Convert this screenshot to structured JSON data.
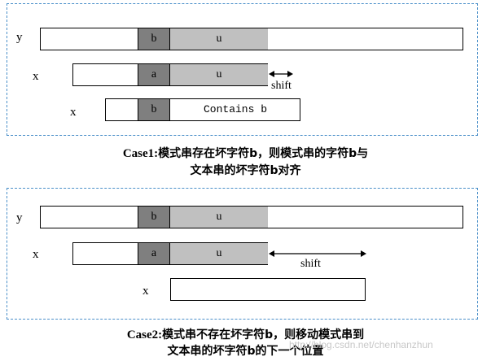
{
  "case1": {
    "rows": {
      "y": {
        "label": "y",
        "b": "b",
        "u": "u"
      },
      "x1": {
        "label": "x",
        "a": "a",
        "u": "u"
      },
      "x2": {
        "label": "x",
        "b": "b",
        "contains": "Contains b"
      }
    },
    "shift_label": "shift",
    "caption_tag": "Case1:",
    "caption_line1": "模式串存在坏字符b，则模式串的字符b与",
    "caption_line2": "文本串的坏字符b对齐"
  },
  "case2": {
    "rows": {
      "y": {
        "label": "y",
        "b": "b",
        "u": "u"
      },
      "x1": {
        "label": "x",
        "a": "a",
        "u": "u"
      },
      "x2": {
        "label": "x"
      }
    },
    "shift_label": "shift",
    "caption_tag": "Case2:",
    "caption_line1": "模式串不存在坏字符b，则移动模式串到",
    "caption_line2": "文本串的坏字符b的下一个位置"
  },
  "watermark": "http://blog.csdn.net/chenhanzhun",
  "colors": {
    "panel_border": "#4a8fc9",
    "dark_segment": "#7f7f7f",
    "light_segment": "#c0c0c0"
  }
}
